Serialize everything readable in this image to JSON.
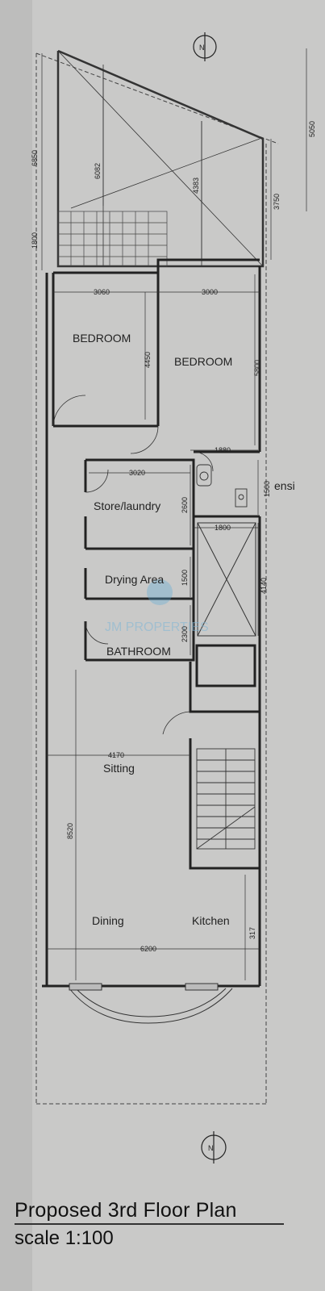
{
  "drawing": {
    "rooms": {
      "bedroom_left": "BEDROOM",
      "bedroom_right": "BEDROOM",
      "store": "Store/laundry",
      "drying": "Drying Area",
      "bathroom": "BATHROOM",
      "sitting": "Sitting",
      "dining": "Dining",
      "kitchen": "Kitchen",
      "ensuite": "ensi"
    },
    "dimensions": {
      "d6850": "6850",
      "d1800": "1800",
      "d6082": "6082",
      "d4383": "4383",
      "d3750": "3750",
      "d5050": "5050",
      "d3060": "3060",
      "d3000": "3000",
      "d4450": "4450",
      "d5800": "5800",
      "d1880": "1880",
      "d3020": "3020",
      "d2600": "2600",
      "d1500a": "1500",
      "d1800b": "1800",
      "d1500b": "1500",
      "d4140": "4140",
      "d2300": "2300",
      "d4170": "4170",
      "d8520": "8520",
      "d6200": "6200",
      "d3170": "317"
    },
    "watermark": "JM PROPERTIES",
    "north_symbol": "N"
  },
  "caption": {
    "title": "Proposed 3rd Floor Plan",
    "scale": "scale 1:100"
  }
}
